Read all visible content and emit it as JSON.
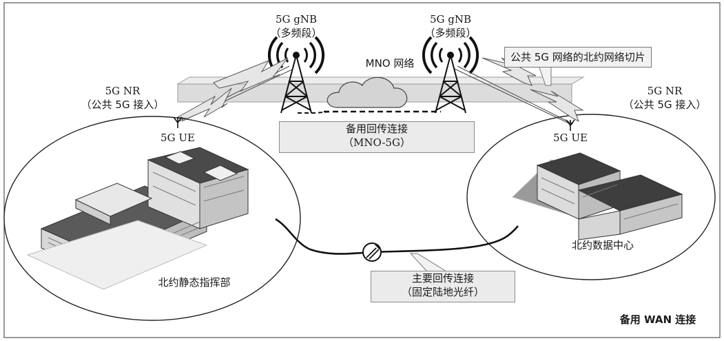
{
  "towers": [
    {
      "name": "5G gNB",
      "sub": "（多频段）"
    },
    {
      "name": "5G gNB",
      "sub": "（多频段）"
    }
  ],
  "mno_label": "MNO 网络",
  "slice_callout": "公共 5G 网络的北约网络切片",
  "nr_left": {
    "line1": "5G NR",
    "line2": "（公共 5G 接入）"
  },
  "nr_right": {
    "line1": "5G NR",
    "line2": "（公共 5G 接入）"
  },
  "ue_left": "5G UE",
  "ue_right": "5G UE",
  "backup_link": {
    "line1": "备用回传连接",
    "line2": "（MNO-5G）"
  },
  "primary_link": {
    "line1": "主要回传连接",
    "line2": "（固定陆地光纤）"
  },
  "site_left": "北约静态指挥部",
  "site_right": "北约数据中心",
  "caption": "备用 WAN 连接"
}
